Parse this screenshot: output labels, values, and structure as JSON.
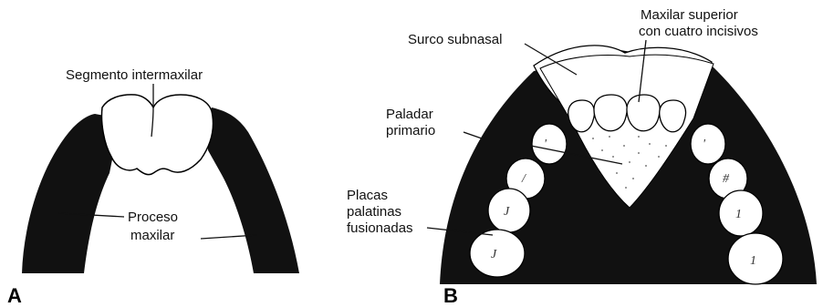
{
  "panel_a": {
    "letter": "A",
    "label_intermaxilar": "Segmento intermaxilar",
    "label_proceso_1": "Proceso",
    "label_proceso_2": "maxilar"
  },
  "panel_b": {
    "letter": "B",
    "label_surco": "Surco subnasal",
    "label_maxilar_1": "Maxilar superior",
    "label_maxilar_2": "con cuatro incisivos",
    "label_paladar_1": "Paladar",
    "label_paladar_2": "primario",
    "label_placas_1": "Placas",
    "label_placas_2": "palatinas",
    "label_placas_3": "fusionadas"
  },
  "colors": {
    "tissue": "#111111",
    "background": "#ffffff",
    "outline": "#000000"
  }
}
